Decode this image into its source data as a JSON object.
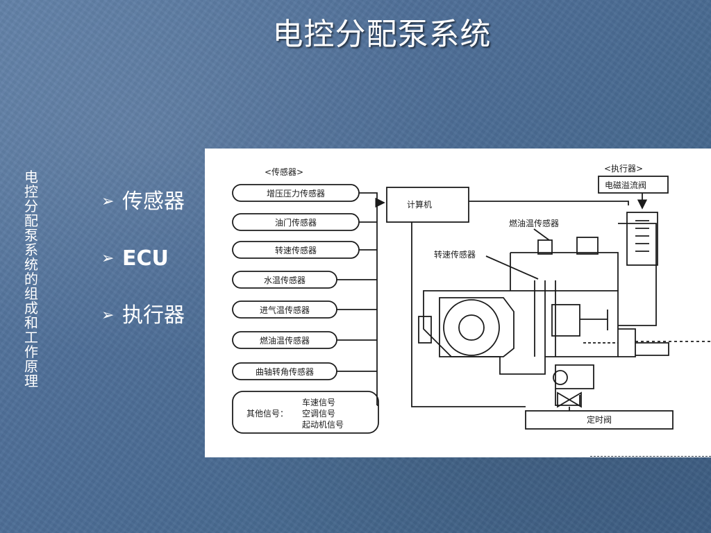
{
  "slide": {
    "title": "电控分配泵系统",
    "vertical_title": "电控分配泵系统的组成和工作原理",
    "bullets": [
      {
        "marker": "➢",
        "text": "传感器"
      },
      {
        "marker": "➢",
        "text": "ECU"
      },
      {
        "marker": "➢",
        "text": "执行器"
      }
    ]
  },
  "diagram": {
    "sensors_header": "<传感器>",
    "actuators_header": "<执行器>",
    "sensors": [
      "增压压力传感器",
      "油门传感器",
      "转速传感器",
      "水温传感器",
      "进气温传感器",
      "燃油温传感器",
      "曲轴转角传感器"
    ],
    "other_signals_label": "其他信号：",
    "other_signals": [
      "车速信号",
      "空调信号",
      "起动机信号"
    ],
    "computer": "计算机",
    "solenoid_valve": "电磁溢流阀",
    "fuel_temp_sensor_label": "燃油温传感器",
    "speed_sensor_label": "转速传感器",
    "timing_valve": "定时阀"
  },
  "colors": {
    "text": "#ffffff",
    "panel": "#ffffff",
    "ink": "#1b1b1b"
  }
}
